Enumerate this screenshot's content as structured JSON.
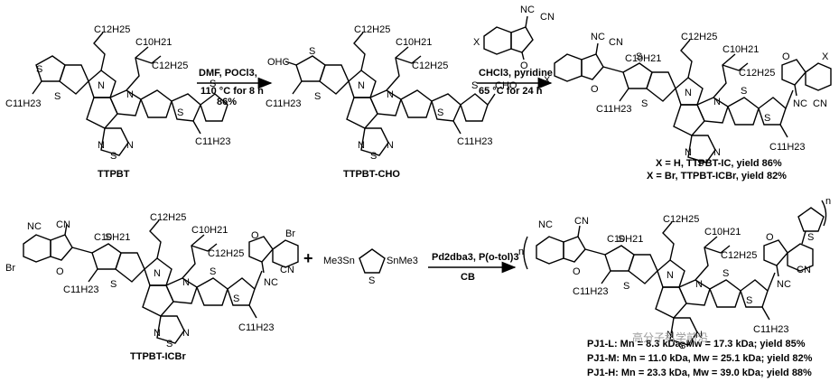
{
  "compounds": {
    "ttpbt": "TTPBT",
    "ttpbt_cho": "TTPBT-CHO",
    "ttpbt_icbr": "TTPBT-ICBr"
  },
  "atoms": {
    "s": "S",
    "n": "N",
    "o": "O",
    "x": "X",
    "br": "Br",
    "cn": "CN",
    "nc": "NC",
    "ohc": "OHC",
    "cho": "CHO",
    "me3sn": "Me3Sn",
    "snme3": "SnMe3",
    "plus": "+",
    "n_sub": "n"
  },
  "chains": {
    "c12h25": "C12H25",
    "c10h21": "C10H21",
    "c11h23": "C11H23"
  },
  "steps": {
    "step1_line1": "DMF, POCl3,",
    "step1_line2": "110 °C for 8 h",
    "step1_line3": "86%",
    "step2_line1": "CHCl3, pyridine",
    "step2_line2": "65 °C for 24 h",
    "step3_line1": "Pd2dba3, P(o-tol)3",
    "step3_line2": "CB"
  },
  "products": {
    "line1": "X = H, TTPBT-IC, yield 86%",
    "line2": "X = Br, TTPBT-ICBr, yield 82%"
  },
  "polymers": {
    "pj1l": "PJ1-L: Mn = 8.3 kDa, Mw = 17.3 kDa; yield 85%",
    "pj1m": "PJ1-M: Mn = 11.0 kDa, Mw = 25.1 kDa; yield 82%",
    "pj1h": "PJ1-H: Mn = 23.3 kDa, Mw = 39.0 kDa; yield 88%"
  },
  "watermark": "高分子科学前沿"
}
